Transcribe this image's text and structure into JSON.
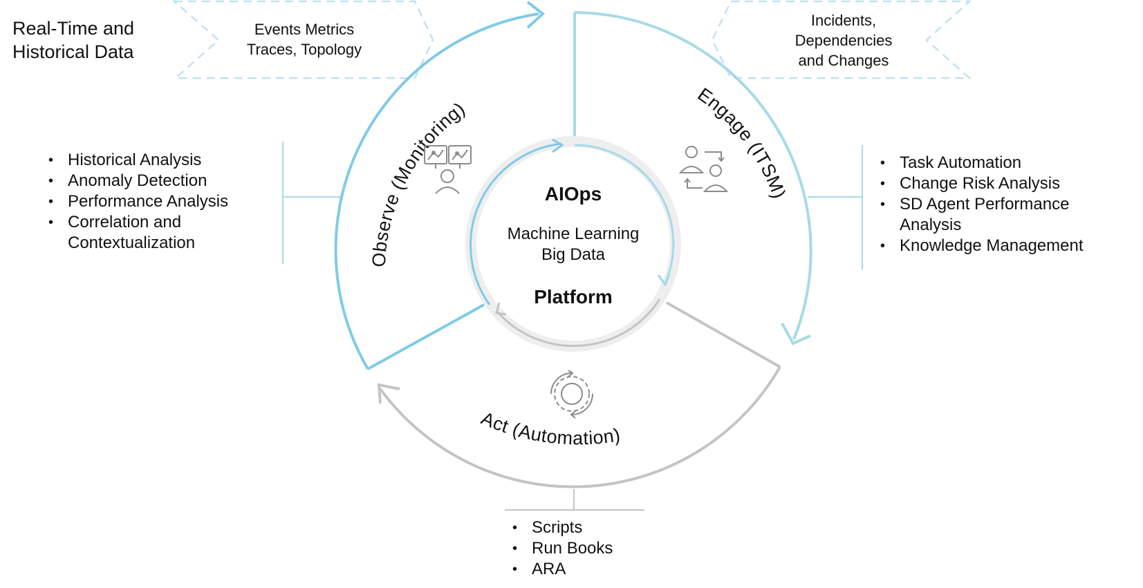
{
  "header": {
    "data_label": "Real-Time and Historical Data",
    "observe_box": [
      "Events Metrics",
      "Traces, Topology"
    ],
    "engage_box": [
      "Incidents,",
      "Dependencies",
      "and Changes"
    ]
  },
  "center": {
    "title": "AIOps",
    "lines": [
      "Machine Learning",
      "Big Data"
    ],
    "platform": "Platform"
  },
  "segments": {
    "observe": "Observe (Monitoring)",
    "engage": "Engage (ITSM)",
    "act": "Act (Automation)"
  },
  "lists": {
    "observe": [
      "Historical Analysis",
      "Anomaly Detection",
      "Performance Analysis",
      "Correlation and Contextualization"
    ],
    "engage": [
      "Task Automation",
      "Change Risk Analysis",
      "SD Agent Performance Analysis",
      "Knowledge Management"
    ],
    "act": [
      "Scripts",
      "Run Books",
      "ARA"
    ]
  },
  "icons": {
    "observe": "monitoring-analyst-icon",
    "engage": "agents-exchange-icon",
    "act": "automation-gear-icon"
  },
  "colors": {
    "observe": "#7fcbe6",
    "engage": "#a6dae6",
    "act": "#c4c4c4",
    "box_border": "#bfe3ef",
    "inner_ring": "#eeeeee",
    "icon": "#8a8a8a"
  }
}
